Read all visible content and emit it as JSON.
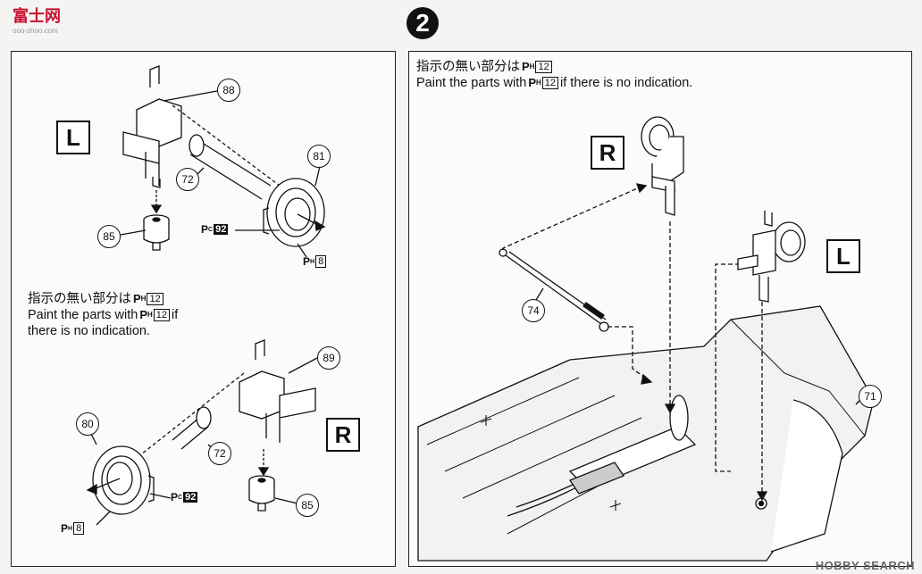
{
  "logo": {
    "text": "富士网",
    "sub": "ooo-shoo.com"
  },
  "step_number": "2",
  "left_panel": {
    "top_side": "L",
    "bottom_side": "R",
    "callouts_top": [
      "88",
      "72",
      "81",
      "85"
    ],
    "callouts_bottom": [
      "89",
      "80",
      "72",
      "85"
    ],
    "paint_pc": {
      "letter": "P",
      "sub": "C",
      "num": "92"
    },
    "paint_ph": {
      "letter": "P",
      "sub": "H",
      "num": "8"
    },
    "note_jp": "指示の無い部分は",
    "note_en_1": "Paint the parts with",
    "note_en_2": "if",
    "note_en_3": "there is no indication.",
    "note_code": {
      "letter": "P",
      "sub": "H",
      "num": "12"
    }
  },
  "right_panel": {
    "note_jp": "指示の無い部分は",
    "note_en_1": "Paint the parts with",
    "note_en_2": "if there is no indication.",
    "note_code": {
      "letter": "P",
      "sub": "H",
      "num": "12"
    },
    "side_r": "R",
    "side_l": "L",
    "callouts": [
      "74",
      "71"
    ]
  },
  "watermark": "HOBBY SEARCH"
}
